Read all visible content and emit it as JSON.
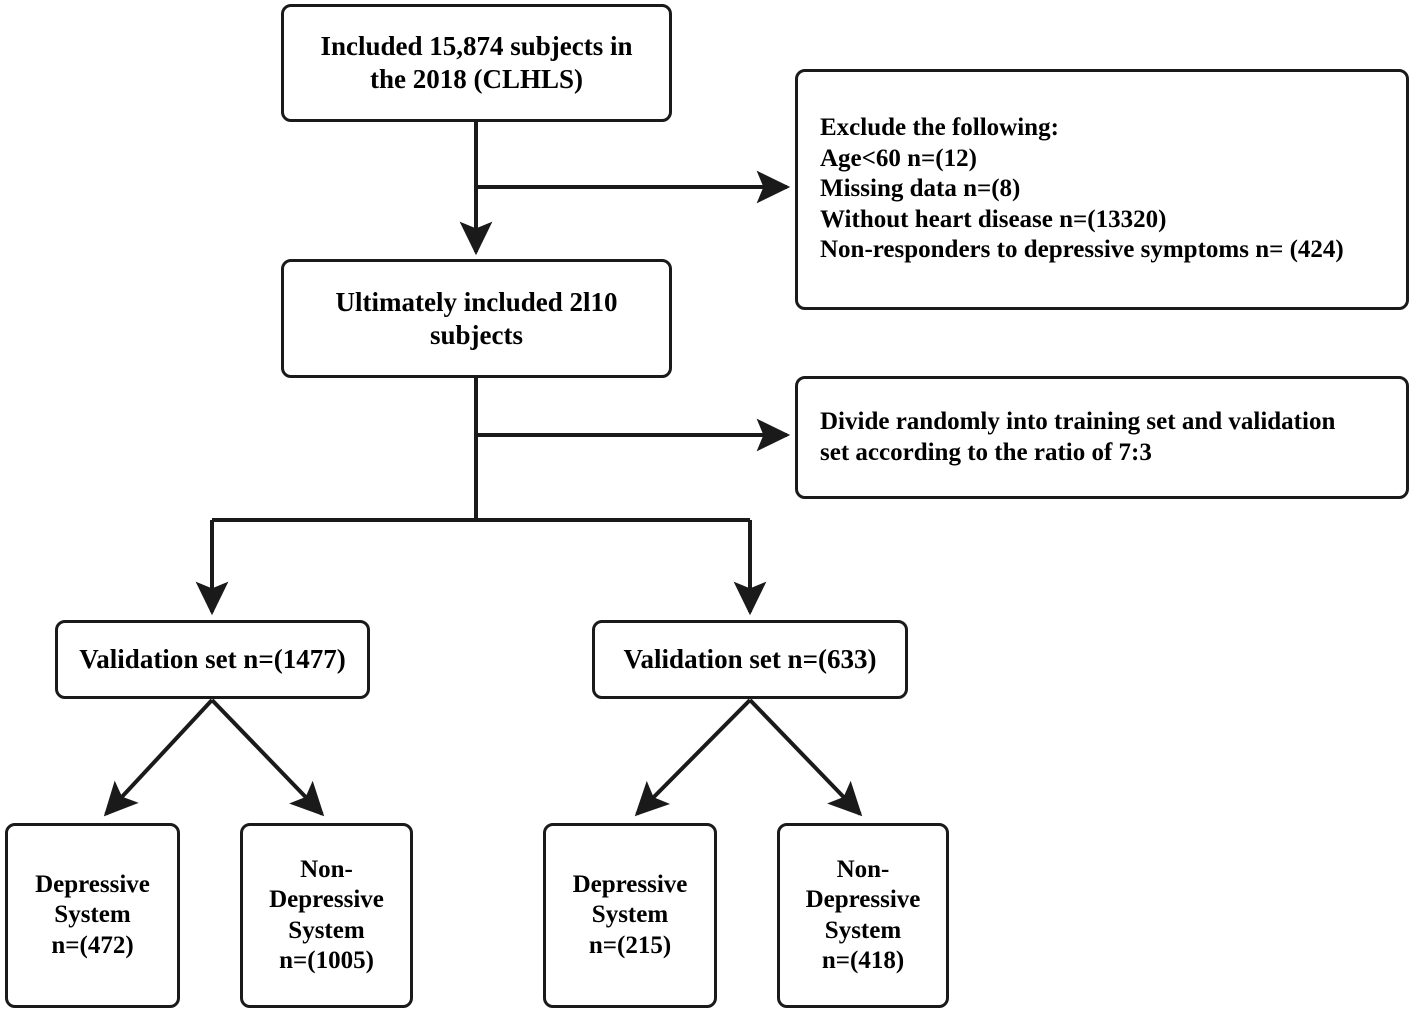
{
  "figure": {
    "type": "study-flow-diagram",
    "title": "Participant selection and model development flowchart",
    "colors": {
      "background": "#ffffff",
      "stroke": "#1a1a1a",
      "text": "#000000"
    }
  },
  "nodes": {
    "included": {
      "text": "Included 15,874 subjects in\nthe 2018 (CLHLS)",
      "cohort": "CLHLS",
      "year": "2018",
      "n": "15,874"
    },
    "exclude": {
      "text": "Exclude the following:\nAge<60 n=(12)\nMissing data n=(8)\nWithout heart disease n=(13320)\nNon-responders to depressive symptoms n= (424)",
      "heading": "Exclude the following:",
      "reasons": [
        {
          "label": "Age<60",
          "n": "n=(12)"
        },
        {
          "label": "Missing data",
          "n": "n=(8)"
        },
        {
          "label": "Without heart disease",
          "n": "n=(13320)"
        },
        {
          "label": "Non-responders to depressive symptoms",
          "n": "n= (424)"
        }
      ]
    },
    "ultimately": {
      "text": "Ultimately included 2l10\nsubjects",
      "n": "2l10"
    },
    "divide": {
      "text": "Divide randomly into training set and validation\nset according to the ratio of 7:3",
      "ratio": "7:3"
    },
    "training_set": {
      "text": "Validation set n=(1477)",
      "n": "1477"
    },
    "validation_set": {
      "text": "Validation set n=(633)",
      "n": "633"
    },
    "training_depressive": {
      "text": "Depressive\nSystem\nn=(472)",
      "n": "472"
    },
    "training_nondepressive": {
      "text": "Non-\nDepressive\nSystem\nn=(1005)",
      "n": "1005"
    },
    "validation_depressive": {
      "text": "Depressive\nSystem\nn=(215)",
      "n": "215"
    },
    "validation_nondepressive": {
      "text": "Non-\nDepressive\nSystem\nn=(418)",
      "n": "418"
    }
  },
  "connectors": [
    {
      "name": "included-to-ultimately",
      "from": "included",
      "to": "ultimately",
      "style": "vertical-arrow"
    },
    {
      "name": "included-to-exclude",
      "from": "included",
      "to": "exclude",
      "style": "elbow-right-arrow"
    },
    {
      "name": "ultimately-to-divide",
      "from": "ultimately",
      "to": "divide",
      "style": "elbow-right-arrow"
    },
    {
      "name": "ultimately-to-training-set",
      "from": "ultimately",
      "to": "training_set",
      "style": "split-down-arrow"
    },
    {
      "name": "ultimately-to-validation-set",
      "from": "ultimately",
      "to": "validation_set",
      "style": "split-down-arrow"
    },
    {
      "name": "training-set-to-depressive",
      "from": "training_set",
      "to": "training_depressive",
      "style": "diagonal-arrow"
    },
    {
      "name": "training-set-to-nondepressive",
      "from": "training_set",
      "to": "training_nondepressive",
      "style": "diagonal-arrow"
    },
    {
      "name": "validation-set-to-depressive",
      "from": "validation_set",
      "to": "validation_depressive",
      "style": "diagonal-arrow"
    },
    {
      "name": "validation-set-to-nondepressive",
      "from": "validation_set",
      "to": "validation_nondepressive",
      "style": "diagonal-arrow"
    }
  ]
}
